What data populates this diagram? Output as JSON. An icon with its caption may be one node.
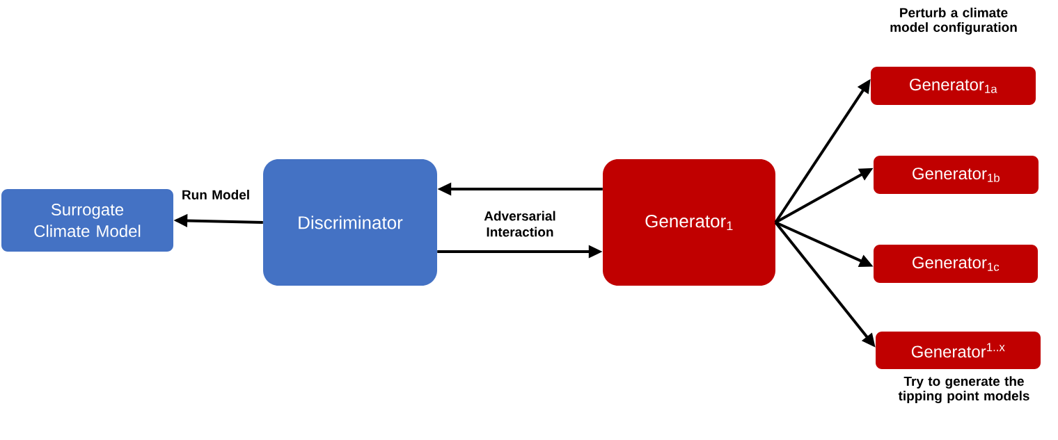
{
  "diagram": {
    "nodes": [
      {
        "text": [
          "Surrogate Climate Model"
        ]
      },
      {
        "text": [
          "Discriminator"
        ]
      },
      {
        "text": [
          "Generator$_{1}$"
        ]
      },
      {
        "text": [
          "Generator$_{1a}$"
        ],
        "beside": [
          "Perturb a climate model configuration"
        ]
      },
      {
        "text": [
          "Generator$_{1b}$"
        ]
      },
      {
        "text": [
          "Generator$_{1c}$"
        ]
      },
      {
        "text": [
          "Generator$^{1..x}$"
        ],
        "beside": [
          "Try to generate the tipping point models"
        ]
      }
    ],
    "edges": [
      {
        "from": 1,
        "to": 0,
        "arrow": "to",
        "label": "Run Model"
      },
      {
        "from": 2,
        "to": 1,
        "arrow": "to"
      },
      {
        "from": 1,
        "to": 2,
        "arrow": "to",
        "label": "Adversarial Interaction"
      },
      {
        "from": 2,
        "to": 3,
        "arrow": "to"
      },
      {
        "from": 2,
        "to": 4,
        "arrow": "to"
      },
      {
        "from": 2,
        "to": 5,
        "arrow": "to"
      },
      {
        "from": 2,
        "to": 6,
        "arrow": "to"
      }
    ]
  }
}
